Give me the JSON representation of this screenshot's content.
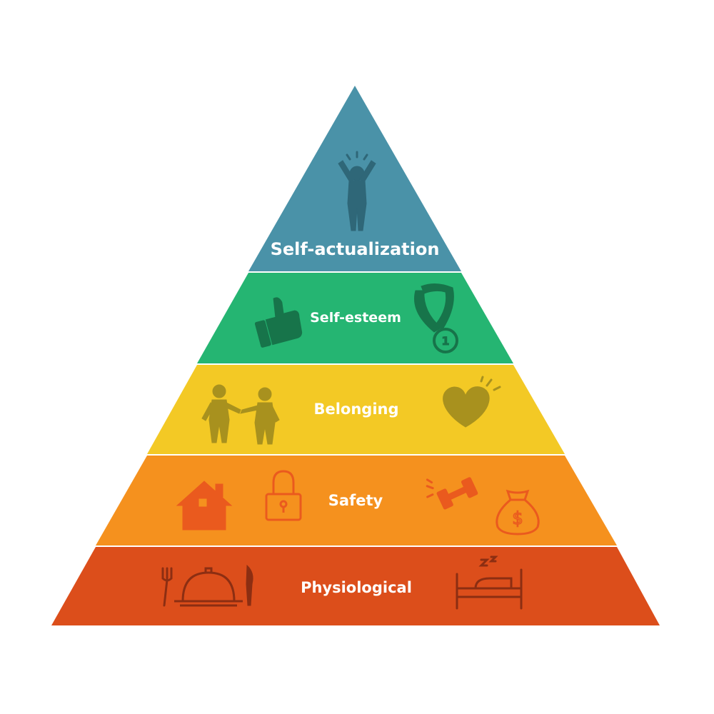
{
  "tiers": [
    {
      "label": "Self-actualization",
      "color": "#4a92a8",
      "icon_color": "#2f6778",
      "icons": [
        "person-cheering-icon"
      ]
    },
    {
      "label": "Self-esteem",
      "color": "#25b572",
      "icon_color": "#17744a",
      "icons": [
        "thumbs-up-icon",
        "medal-icon"
      ]
    },
    {
      "label": "Belonging",
      "color": "#f3c925",
      "icon_color": "#a8911e",
      "icons": [
        "two-people-holding-hands-icon",
        "heart-icon"
      ]
    },
    {
      "label": "Safety",
      "color": "#f5911e",
      "icon_color": "#ea5a1e",
      "icons": [
        "house-icon",
        "padlock-icon",
        "dumbbell-icon",
        "money-bag-icon"
      ]
    },
    {
      "label": "Physiological",
      "color": "#dc4e1b",
      "icon_color": "#8c2e12",
      "icons": [
        "fork-icon",
        "food-cloche-icon",
        "knife-icon",
        "bed-sleeping-icon"
      ]
    }
  ]
}
